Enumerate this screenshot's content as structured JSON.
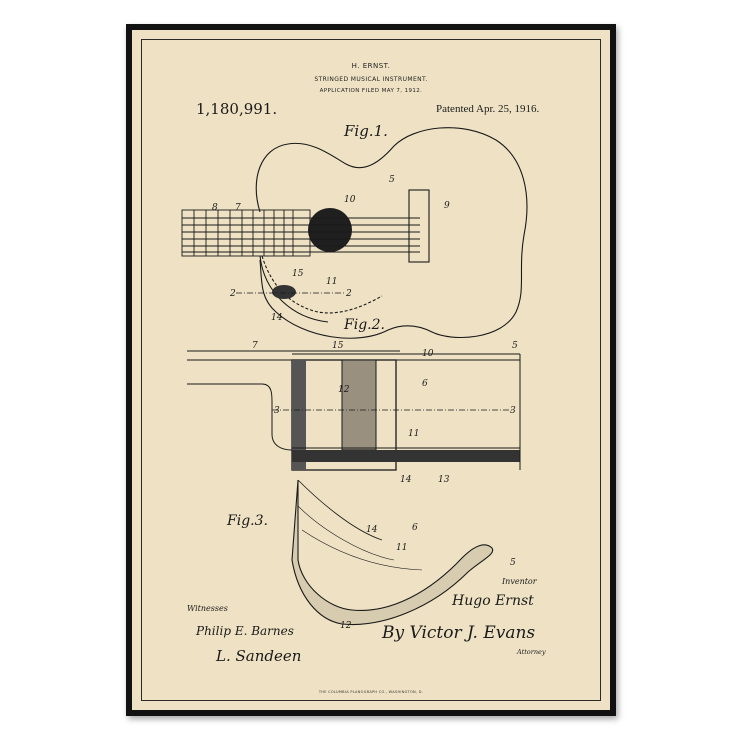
{
  "poster": {
    "inventor_header": "H. ERNST.",
    "title": "STRINGED MUSICAL INSTRUMENT.",
    "filed": "APPLICATION FILED MAY 7, 1912.",
    "patent_number": "1,180,991.",
    "patent_date": "Patented Apr. 25, 1916.",
    "printer": "THE COLUMBIA PLANOGRAPH CO., WASHINGTON, D."
  },
  "figures": {
    "fig1_label": "Fig.1.",
    "fig2_label": "Fig.2.",
    "fig3_label": "Fig.3."
  },
  "reference_numbers": {
    "fig1": [
      "8",
      "7",
      "5",
      "10",
      "9",
      "15",
      "11",
      "2",
      "2",
      "14"
    ],
    "fig2": [
      "7",
      "15",
      "10",
      "5",
      "6",
      "12",
      "3",
      "3",
      "11",
      "14",
      "13"
    ],
    "fig3": [
      "14",
      "6",
      "11",
      "5",
      "12"
    ]
  },
  "signatures": {
    "inventor_label": "Inventor",
    "inventor_name": "Hugo Ernst",
    "witnesses_label": "Witnesses",
    "witness_1": "Philip E. Barnes",
    "witness_2": "L. Sandeen",
    "attorney_name": "By Victor J. Evans",
    "attorney_label": "Attorney"
  },
  "colors": {
    "paper": "#efe2c4",
    "frame": "#111111",
    "ink": "#1a1a1a"
  }
}
